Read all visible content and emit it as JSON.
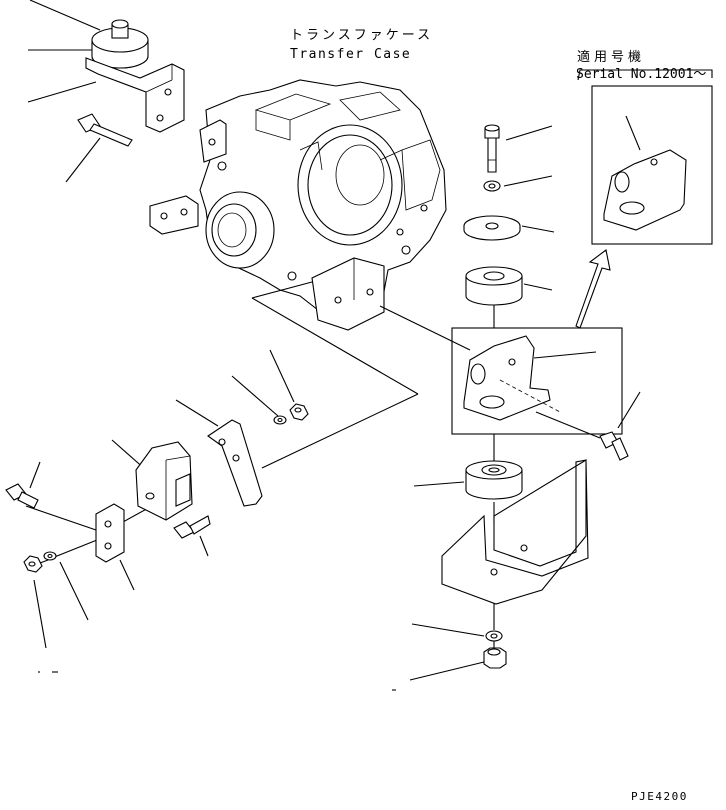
{
  "labels": {
    "title_jp": "トランスファケース",
    "title_en": "Transfer Case",
    "applicable_jp": "適用号機",
    "serial": "Serial No.12001～",
    "drawing_code": "PJE4200"
  },
  "colors": {
    "line": "#000000",
    "background": "#ffffff"
  }
}
